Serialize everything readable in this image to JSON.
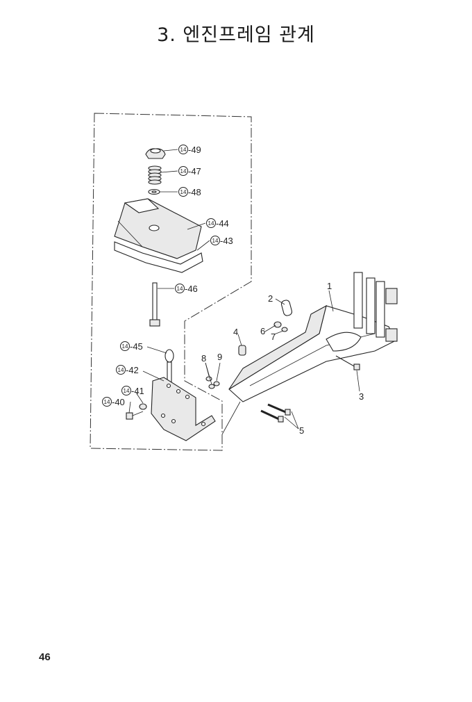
{
  "title": "3. 엔진프레임 관계",
  "page_number": "46",
  "circled_prefix": "14",
  "callouts": {
    "c49": "-49",
    "c47": "-47",
    "c48": "-48",
    "c44": "-44",
    "c43": "-43",
    "c46": "-46",
    "c45": "-45",
    "c42": "-42",
    "c41": "-41",
    "c40": "-40",
    "p1": "1",
    "p2": "2",
    "p3": "3",
    "p4": "4",
    "p5": "5",
    "p6": "6",
    "p7": "7",
    "p8": "8",
    "p9": "9"
  }
}
